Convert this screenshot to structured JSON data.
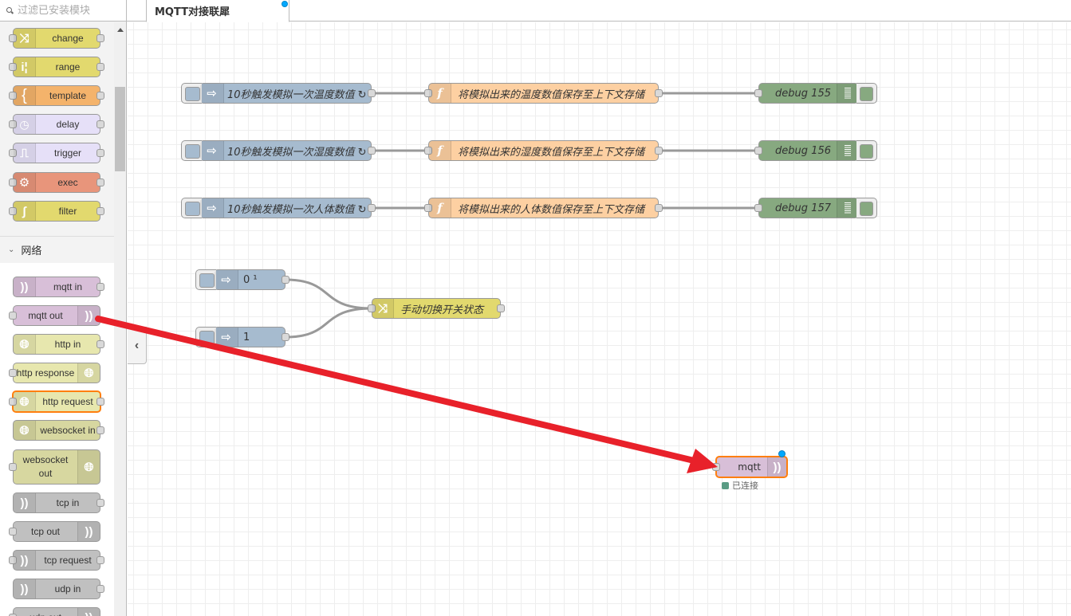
{
  "palette": {
    "search_placeholder": "过滤已安装模块",
    "function_nodes": [
      {
        "label": "change",
        "icon": "shuffle-icon",
        "color": "#e2d96e"
      },
      {
        "label": "range",
        "icon": "range-icon",
        "color": "#e2d96e"
      },
      {
        "label": "template",
        "icon": "curly-brace-icon",
        "color": "#f4b36b"
      },
      {
        "label": "delay",
        "icon": "timer-icon",
        "color": "#e6e0f8"
      },
      {
        "label": "trigger",
        "icon": "pulse-icon",
        "color": "#e6e0f8"
      },
      {
        "label": "exec",
        "icon": "gear-icon",
        "color": "#e8957b"
      },
      {
        "label": "filter",
        "icon": "filter-icon",
        "color": "#e2d96e"
      }
    ],
    "network_category": {
      "label": "网络",
      "nodes": [
        {
          "label": "mqtt in",
          "icon": "radio-wave-icon",
          "color": "#d8bfd8"
        },
        {
          "label": "mqtt out",
          "icon": "radio-wave-icon",
          "color": "#d8bfd8"
        },
        {
          "label": "http in",
          "icon": "globe-icon",
          "color": "#e7e7ae"
        },
        {
          "label": "http response",
          "icon": "globe-icon",
          "color": "#e7e7ae"
        },
        {
          "label": "http request",
          "icon": "globe-icon",
          "color": "#e7e7ae"
        },
        {
          "label": "websocket in",
          "icon": "globe-icon",
          "color": "#d7d7a0"
        },
        {
          "label": "websocket out",
          "icon": "globe-icon",
          "color": "#d7d7a0"
        },
        {
          "label": "tcp in",
          "icon": "radio-wave-icon",
          "color": "#c0c0c0"
        },
        {
          "label": "tcp out",
          "icon": "radio-wave-icon",
          "color": "#c0c0c0"
        },
        {
          "label": "tcp request",
          "icon": "radio-wave-icon",
          "color": "#c0c0c0"
        },
        {
          "label": "udp in",
          "icon": "radio-wave-icon",
          "color": "#c0c0c0"
        },
        {
          "label": "udp out",
          "icon": "radio-wave-icon",
          "color": "#c0c0c0"
        }
      ]
    }
  },
  "tabs": [
    {
      "label": "MQTT对接联犀",
      "changed": true
    }
  ],
  "flow": {
    "inject_nodes": [
      {
        "label": "10秒触发模拟一次温度数值 ↻"
      },
      {
        "label": "10秒触发模拟一次湿度数值 ↻"
      },
      {
        "label": "10秒触发模拟一次人体数值 ↻"
      },
      {
        "label": "0 ¹"
      },
      {
        "label": "1"
      }
    ],
    "function_nodes": [
      {
        "label": "将模拟出来的温度数值保存至上下文存储"
      },
      {
        "label": "将模拟出来的湿度数值保存至上下文存储"
      },
      {
        "label": "将模拟出来的人体数值保存至上下文存储"
      }
    ],
    "debug_nodes": [
      {
        "label": "debug 155"
      },
      {
        "label": "debug 156"
      },
      {
        "label": "debug 157"
      }
    ],
    "change_node": {
      "label": "手动切换开关状态"
    },
    "mqtt_node": {
      "label": "mqtt",
      "status": "已连接",
      "status_color": "#5a9c84",
      "changed": true
    }
  },
  "colors": {
    "inject": "#a6bbcf",
    "function": "#fdd0a2",
    "debug": "#87a980",
    "change": "#e2d96e",
    "mqtt": "#d8bfd8",
    "selection": "#ff7f0e",
    "annotation_arrow": "#e8212a",
    "changed_marker": "#00a8ff"
  }
}
